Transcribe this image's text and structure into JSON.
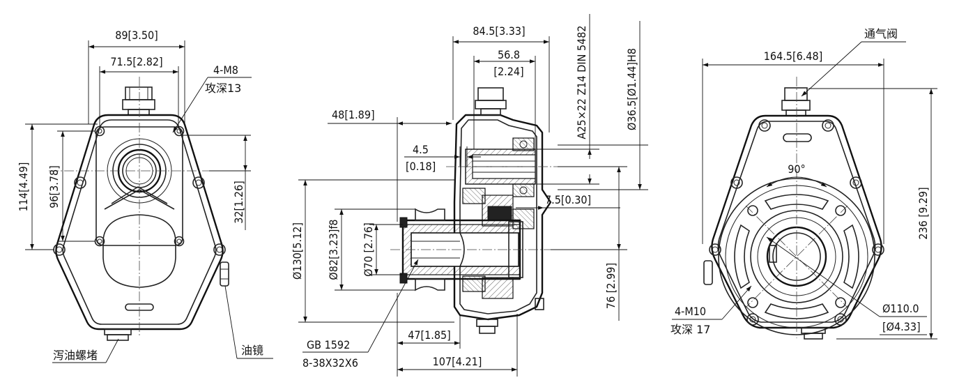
{
  "front_view": {
    "dim_top_outer": "89[3.50]",
    "dim_top_inner": "71.5[2.82]",
    "bolt_label": "4-M8",
    "bolt_depth": "攻深13",
    "dim_height_outer": "114[4.49]",
    "dim_height_inner": "96[3.78]",
    "dim_right": "32[1.26]",
    "drain_plug": "泻油螺堵",
    "oil_sight": "油镜"
  },
  "side_view": {
    "dim_top_outer": "84.5[3.33]",
    "dim_top_inner_a": "56.8",
    "dim_top_inner_b": "[2.24]",
    "dim_spline": "A25×22 Z14 DIN 5482",
    "dim_bore": "Ø36.5[Ø1.44]H8",
    "dim_left_offset": "48[1.89]",
    "dim_small_a": "4.5",
    "dim_small_b": "[0.18]",
    "dim_right_offset": "7.5[0.30]",
    "dim_d130": "Ø130[5.12]",
    "dim_d82": "Ø82[3.23]f8",
    "dim_d70": "Ø70 [2.76]",
    "dim_height_right": "76 [2.99]",
    "dim_bottom_inner": "47[1.85]",
    "dim_bottom_outer": "107[4.21]",
    "shaft_std": "GB 1592",
    "shaft_spec": "8-38X32X6"
  },
  "rear_view": {
    "breather": "通气阀",
    "dim_width": "164.5[6.48]",
    "angle": "90°",
    "dim_height": "236 [9.29]",
    "bolt_label": "4-M10",
    "bolt_depth": "攻深 17",
    "dim_d110_a": "Ø110.0",
    "dim_d110_b": "[Ø4.33]"
  }
}
